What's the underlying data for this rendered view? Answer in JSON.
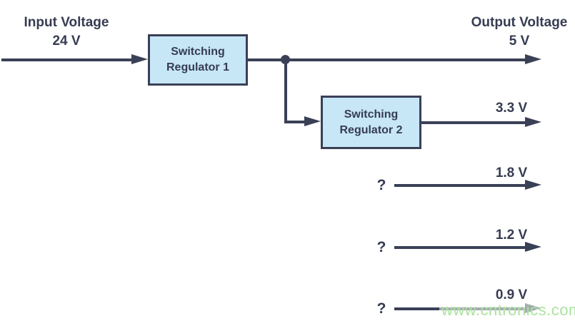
{
  "input": {
    "label": "Input Voltage",
    "value": "24 V"
  },
  "output": {
    "label": "Output Voltage",
    "value": "5 V"
  },
  "regulator1": {
    "line1": "Switching",
    "line2": "Regulator 1"
  },
  "regulator2": {
    "line1": "Switching",
    "line2": "Regulator 2"
  },
  "rail2": {
    "label": "3.3 V"
  },
  "unknown_rails": [
    {
      "source": "?",
      "label": "1.8 V"
    },
    {
      "source": "?",
      "label": "1.2 V"
    },
    {
      "source": "?",
      "label": "0.9 V"
    }
  ],
  "watermark": "www.cntronics.com",
  "colors": {
    "line": "#3a4056",
    "box_fill": "#c7e7f7",
    "box_border": "#3a4056",
    "text": "#363c52",
    "watermark": "#a9e39d"
  }
}
